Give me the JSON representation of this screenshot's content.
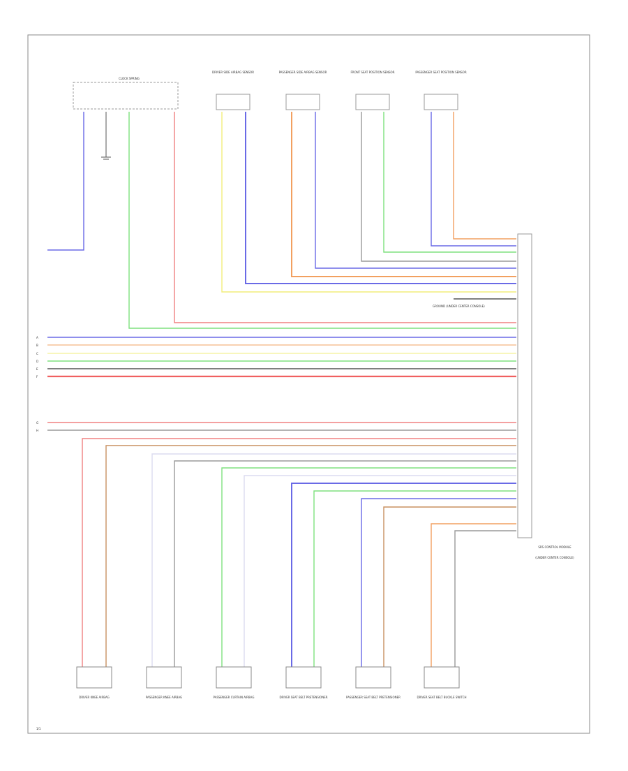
{
  "page_number": "1/1",
  "top_components": [
    {
      "id": "clock_spring",
      "label": "CLOCK SPRING"
    },
    {
      "id": "drv_pt_sensor",
      "label": "DRIVER SIDE AIRBAG SENSOR"
    },
    {
      "id": "pass_pt_sensor",
      "label": "PASSENGER SIDE AIRBAG SENSOR"
    },
    {
      "id": "fr_seat_sensor",
      "label": "FRONT SEAT POSITION SENSOR"
    },
    {
      "id": "pass_seat_sensor",
      "label": "PASSENGER SEAT POSITION SENSOR"
    }
  ],
  "bottom_components": [
    {
      "id": "drv_knee",
      "label": "DRIVER KNEE AIRBAG"
    },
    {
      "id": "pass_knee",
      "label": "PASSENGER KNEE AIRBAG"
    },
    {
      "id": "pass_curtain",
      "label": "PASSENGER CURTAIN AIRBAG"
    },
    {
      "id": "drv_pretensioner",
      "label": "DRIVER SEAT BELT PRETENSIONER"
    },
    {
      "id": "pass_pretensioner",
      "label": "PASSENGER SEAT BELT PRETENSIONER"
    },
    {
      "id": "drv_buckle",
      "label": "DRIVER SEAT BELT BUCKLE SWITCH"
    }
  ],
  "module": {
    "label": "SRS CONTROL MODULE",
    "sub": "(UNDER CENTER CONSOLE)"
  },
  "ground": {
    "label": "GROUND (UNDER CENTER CONSOLE)"
  },
  "left_terminals": [
    "A",
    "B",
    "C",
    "D",
    "E",
    "F",
    "G",
    "H"
  ],
  "wire_colors": {
    "blue": "#6a6ae6",
    "green": "#7ee07e",
    "pink": "#f08080",
    "yellow": "#f2ee7a",
    "orange": "#f2a060",
    "gray": "#9a9a9a",
    "red": "#f06060",
    "white": "#dcdcf0",
    "brown": "#c89060",
    "black": "#555555"
  }
}
